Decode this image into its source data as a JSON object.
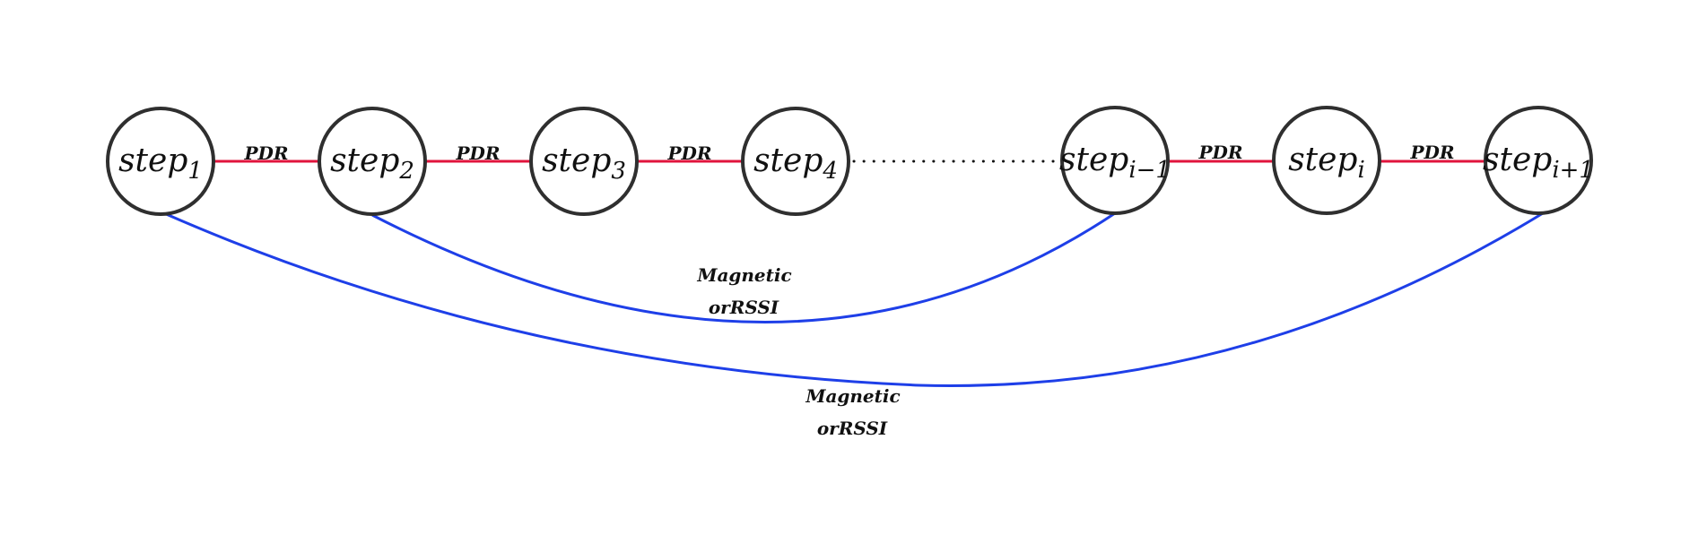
{
  "nodes": [
    {
      "base": "step",
      "sub": "1"
    },
    {
      "base": "step",
      "sub": "2"
    },
    {
      "base": "step",
      "sub": "3"
    },
    {
      "base": "step",
      "sub": "4"
    },
    {
      "base": "step",
      "sub": "i−1"
    },
    {
      "base": "step",
      "sub": "i"
    },
    {
      "base": "step",
      "sub": "i+1"
    }
  ],
  "edges": {
    "pdr_label": "PDR",
    "magnetic_line1": "Magnetic",
    "magnetic_line2": "orRSSI"
  },
  "colors": {
    "pdr_edge": "#e0143c",
    "magnetic_edge": "#1e3fe8",
    "node_outline": "#2f2f2f"
  }
}
